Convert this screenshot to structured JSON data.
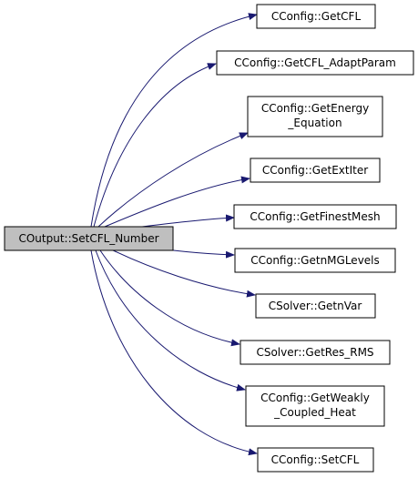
{
  "graph": {
    "type": "call-graph",
    "colors": {
      "edge": "#191970",
      "node_fill": "#ffffff",
      "node_stroke": "#000000",
      "root_fill": "#bfbfbf",
      "root_stroke": "#000000",
      "text": "#000000"
    },
    "root": {
      "id": "root",
      "lines": [
        "COutput::SetCFL_Number"
      ]
    },
    "callees": [
      {
        "id": "getcfl",
        "lines": [
          "CConfig::GetCFL"
        ]
      },
      {
        "id": "getcfl-adaptparam",
        "lines": [
          "CConfig::GetCFL_AdaptParam"
        ]
      },
      {
        "id": "getenergy-equation",
        "lines": [
          "CConfig::GetEnergy",
          "_Equation"
        ]
      },
      {
        "id": "getextiter",
        "lines": [
          "CConfig::GetExtIter"
        ]
      },
      {
        "id": "getfinestmesh",
        "lines": [
          "CConfig::GetFinestMesh"
        ]
      },
      {
        "id": "getnmglevels",
        "lines": [
          "CConfig::GetnMGLevels"
        ]
      },
      {
        "id": "getnvar",
        "lines": [
          "CSolver::GetnVar"
        ]
      },
      {
        "id": "getres-rms",
        "lines": [
          "CSolver::GetRes_RMS"
        ]
      },
      {
        "id": "getweakly-coupled-heat",
        "lines": [
          "CConfig::GetWeakly",
          "_Coupled_Heat"
        ]
      },
      {
        "id": "setcfl",
        "lines": [
          "CConfig::SetCFL"
        ]
      }
    ]
  }
}
